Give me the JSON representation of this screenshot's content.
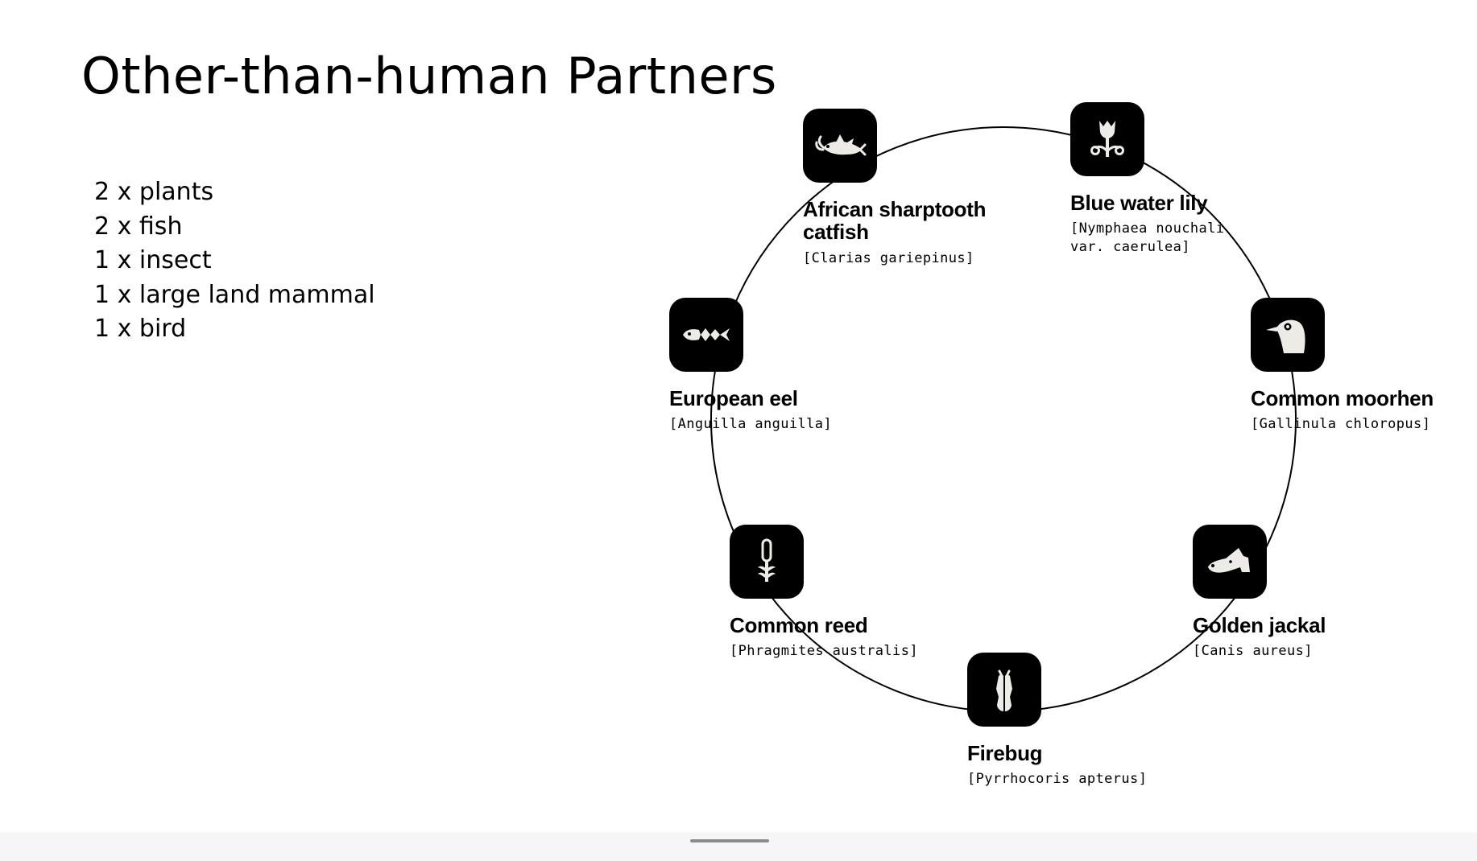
{
  "slide": {
    "title": "Other-than-human Partners",
    "counts": [
      "2 x plants",
      "2 x fish",
      "1 x insect",
      "1 x large land mammal",
      "1 x bird"
    ]
  },
  "partners": [
    {
      "name": "African sharptooth",
      "name2": "catfish",
      "scientific": "[Clarias gariepinus]",
      "icon": "catfish-icon"
    },
    {
      "name": "Blue water lily",
      "scientific": "[Nymphaea nouchali",
      "scientific2": "var. caerulea]",
      "icon": "water-lily-icon"
    },
    {
      "name": "Common moorhen",
      "scientific": "[Gallinula chloropus]",
      "icon": "moorhen-icon"
    },
    {
      "name": "European eel",
      "scientific": "[Anguilla anguilla]",
      "icon": "eel-icon"
    },
    {
      "name": "Common reed",
      "scientific": "[Phragmites australis]",
      "icon": "reed-icon"
    },
    {
      "name": "Golden jackal",
      "scientific": "[Canis aureus]",
      "icon": "jackal-icon"
    },
    {
      "name": "Firebug",
      "scientific": "[Pyrrhocoris apterus]",
      "icon": "firebug-icon"
    }
  ],
  "colors": {
    "tile": "#000000",
    "glyph": "#ecebe6",
    "background": "#ffffff",
    "bar": "#f6f6f8"
  }
}
